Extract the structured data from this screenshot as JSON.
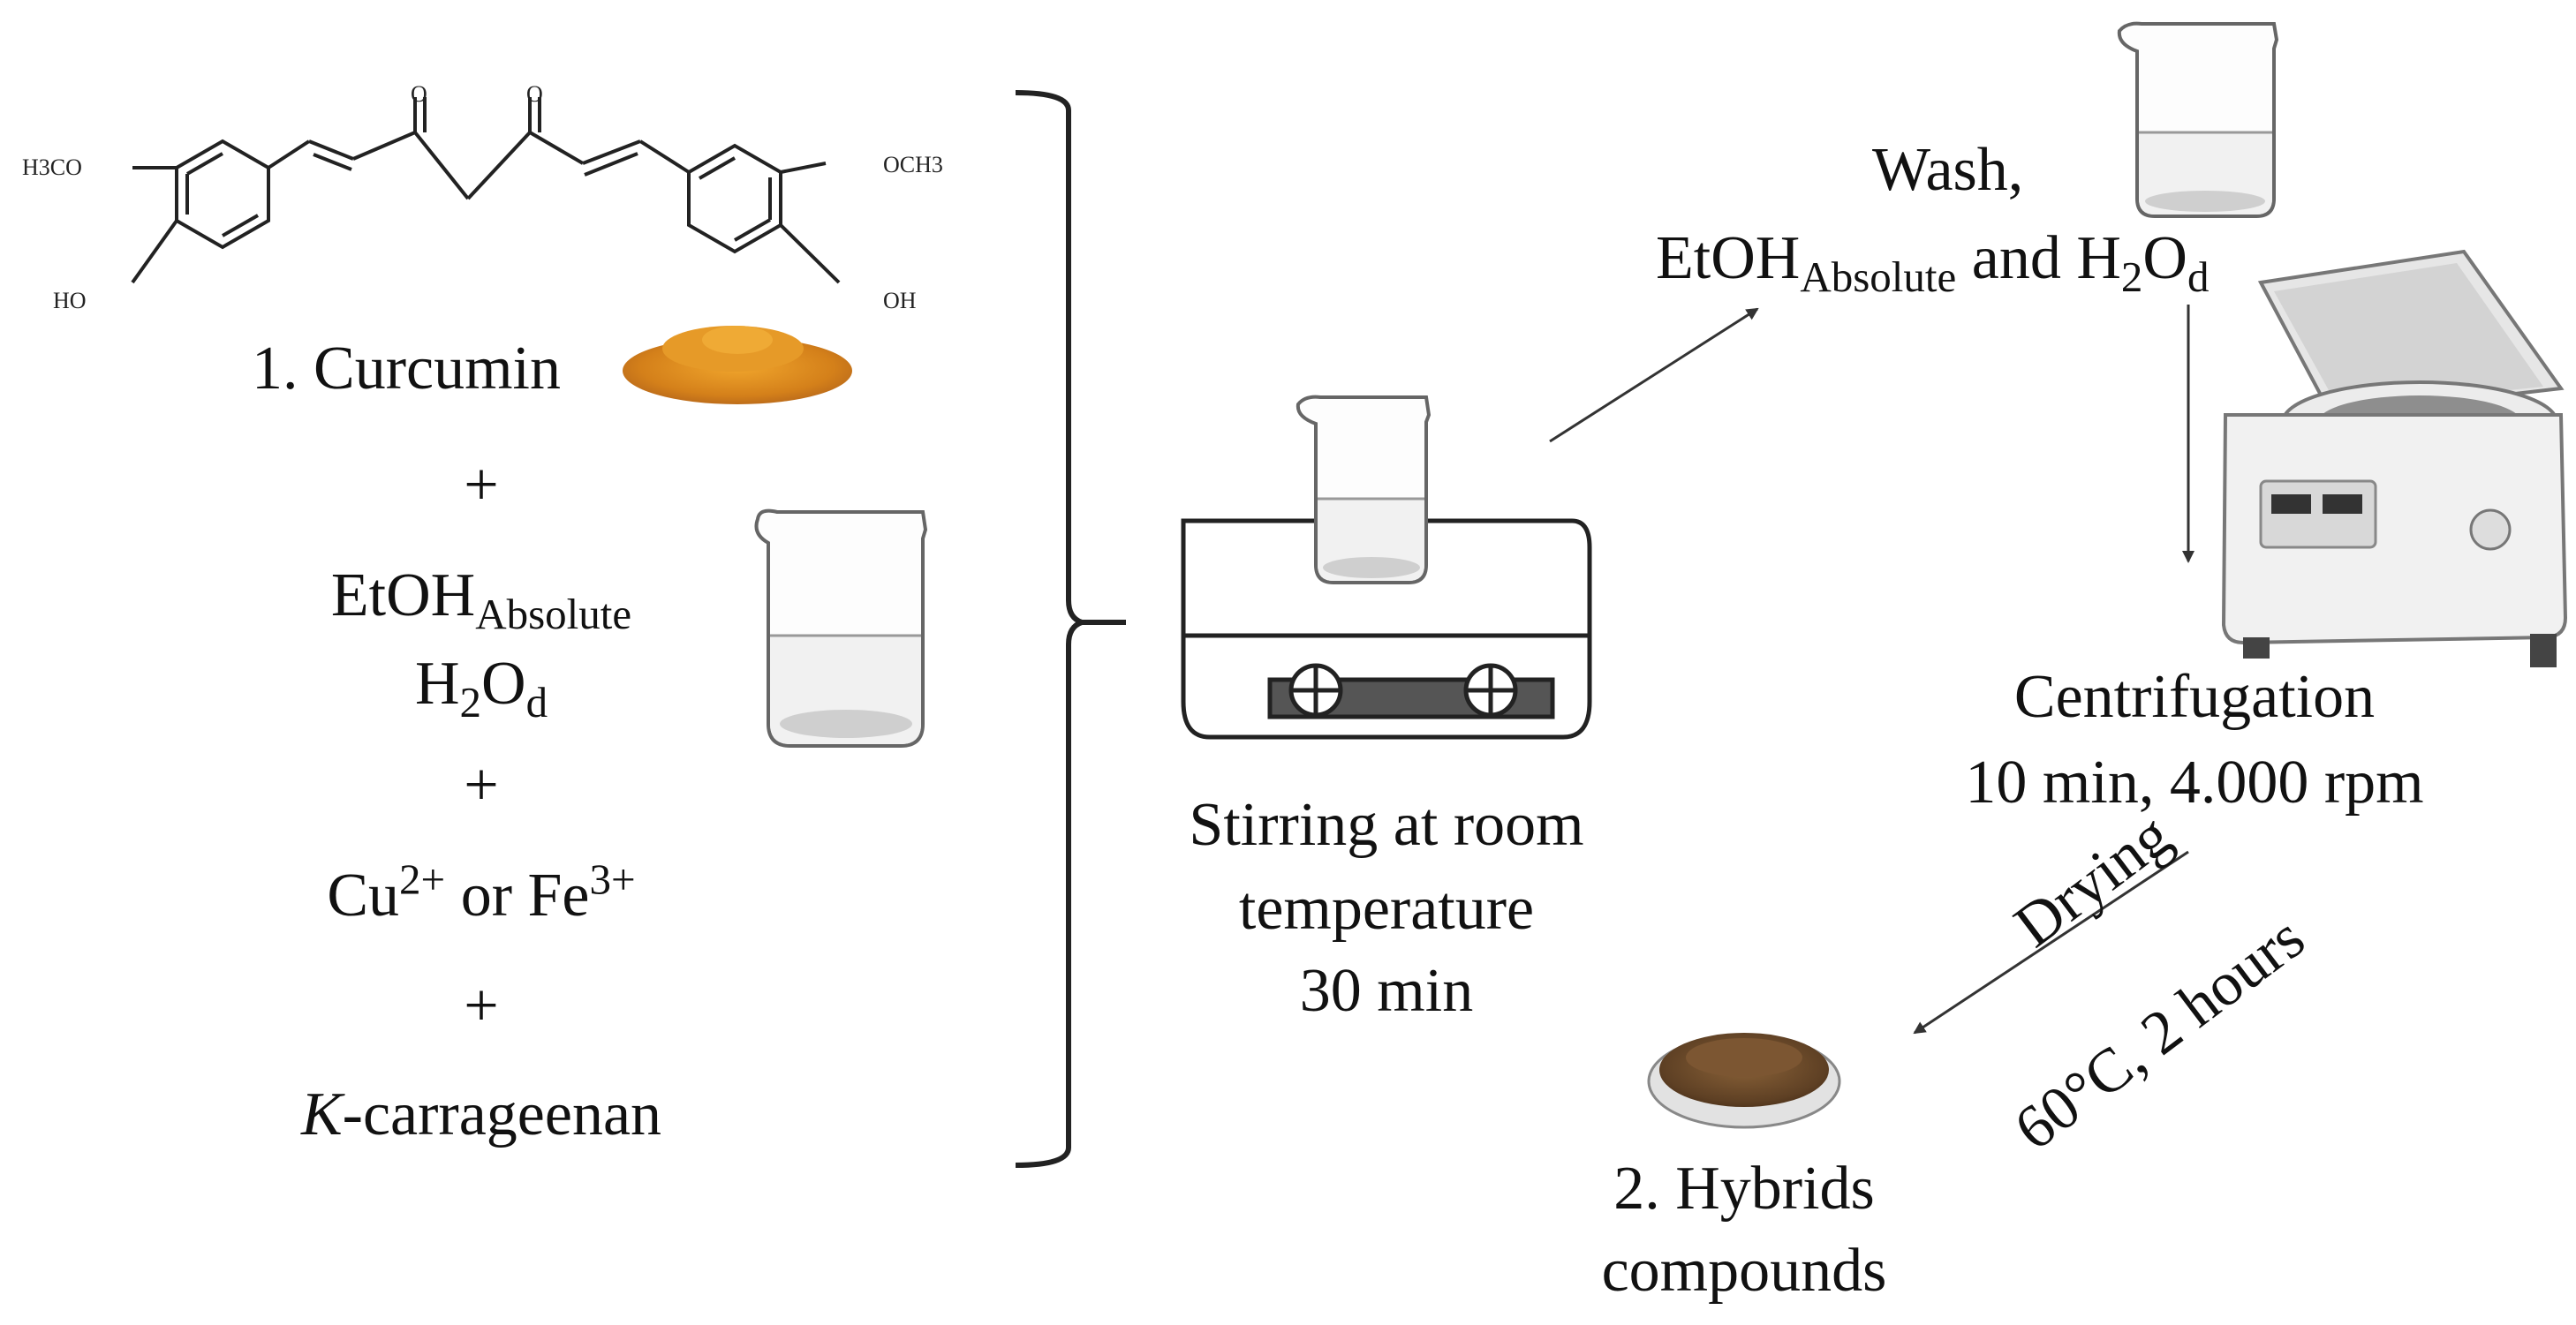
{
  "structure": {
    "label_h3co": "H3CO",
    "label_och3": "OCH3",
    "label_ho": "HO",
    "label_oh": "OH",
    "label_o1": "O",
    "label_o2": "O"
  },
  "reagents": {
    "step1": "1. Curcumin",
    "plus": "+",
    "etoh": "EtOH",
    "etoh_sub": "Absolute",
    "h2o_h": "H",
    "h2o_2": "2",
    "h2o_o": "O",
    "h2o_d": "d",
    "cu": "Cu",
    "cu_sup": "2+",
    "or_fe": " or Fe",
    "fe_sup": "3+",
    "k_italic": "K",
    "carrageenan": "-carrageenan"
  },
  "stirring": {
    "line1": "Stirring at room",
    "line2": "temperature",
    "line3": "30 min"
  },
  "wash": {
    "line1": "Wash,",
    "etoh": "EtOH",
    "etoh_sub": "Absolute",
    "and": " and H",
    "h2": "2",
    "o": "O",
    "d": "d"
  },
  "centrifugation": {
    "line1": "Centrifugation",
    "line2": "10 min, 4.000 rpm"
  },
  "drying": {
    "line1": "Drying",
    "line2": "60°C, 2 hours"
  },
  "hybrids": {
    "line1": "2. Hybrids",
    "line2": "compounds"
  },
  "colors": {
    "curcumin_powder": "#d9891f",
    "hybrid_powder": "#6b4a2a"
  }
}
